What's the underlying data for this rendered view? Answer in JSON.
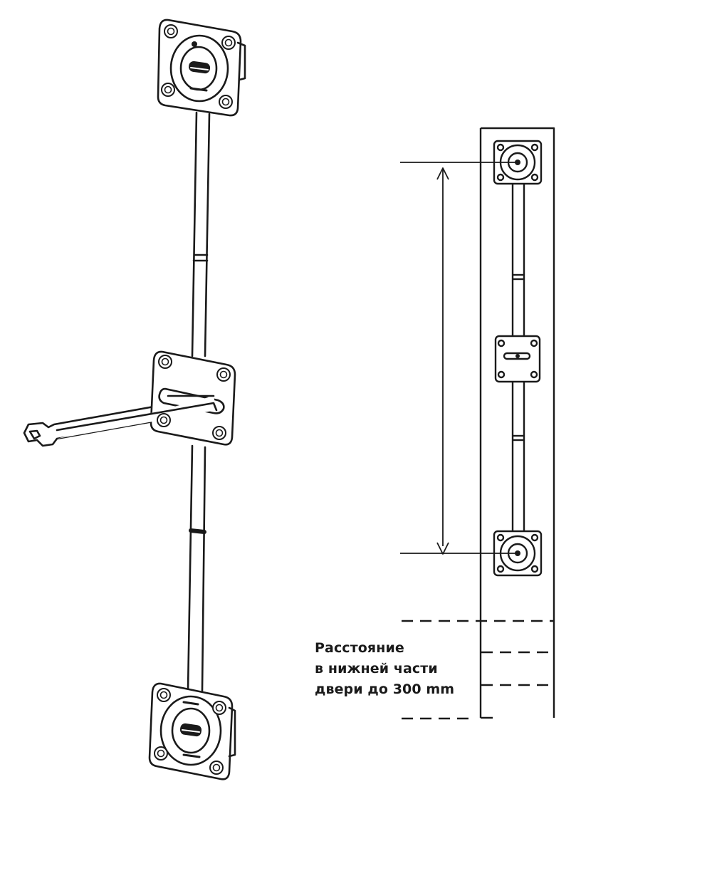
{
  "figure": {
    "caption_lines": [
      "Расстояние",
      "в нижней части",
      "двери до 300 mm"
    ]
  },
  "colors": {
    "line": "#1a1a1a",
    "background": "#ffffff",
    "text": "#1a1a1a"
  },
  "icons": {
    "left": "espagnolette-rod-lock-perspective",
    "right": "espagnolette-rod-lock-front-view",
    "tool": "wrench-key"
  }
}
